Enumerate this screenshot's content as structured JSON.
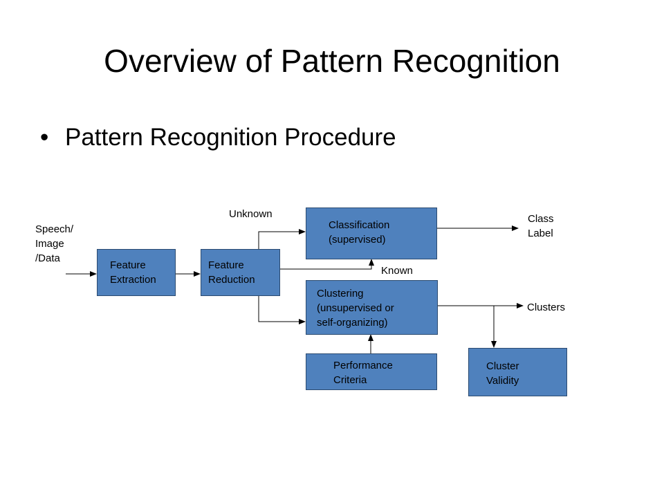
{
  "slide": {
    "title": "Overview of Pattern Recognition",
    "bullet": "Pattern Recognition Procedure"
  },
  "diagram": {
    "input_lines": [
      "Speech/",
      "Image",
      "/Data"
    ],
    "feature_extraction": [
      "Feature",
      "Extraction"
    ],
    "feature_reduction": [
      "Feature",
      "Reduction"
    ],
    "classification": [
      "Classification",
      "(supervised)"
    ],
    "clustering": [
      "Clustering",
      "(unsupervised or",
      "self-organizing)"
    ],
    "performance_criteria": [
      "Performance",
      "Criteria"
    ],
    "cluster_validity": [
      "Cluster",
      "Validity"
    ],
    "unknown_label": "Unknown",
    "known_label": "Known",
    "class_label": [
      "Class",
      "Label"
    ],
    "clusters_label": "Clusters"
  },
  "colors": {
    "box_fill": "#4f81bd",
    "box_border": "#2b4a6f",
    "line": "#000000"
  }
}
